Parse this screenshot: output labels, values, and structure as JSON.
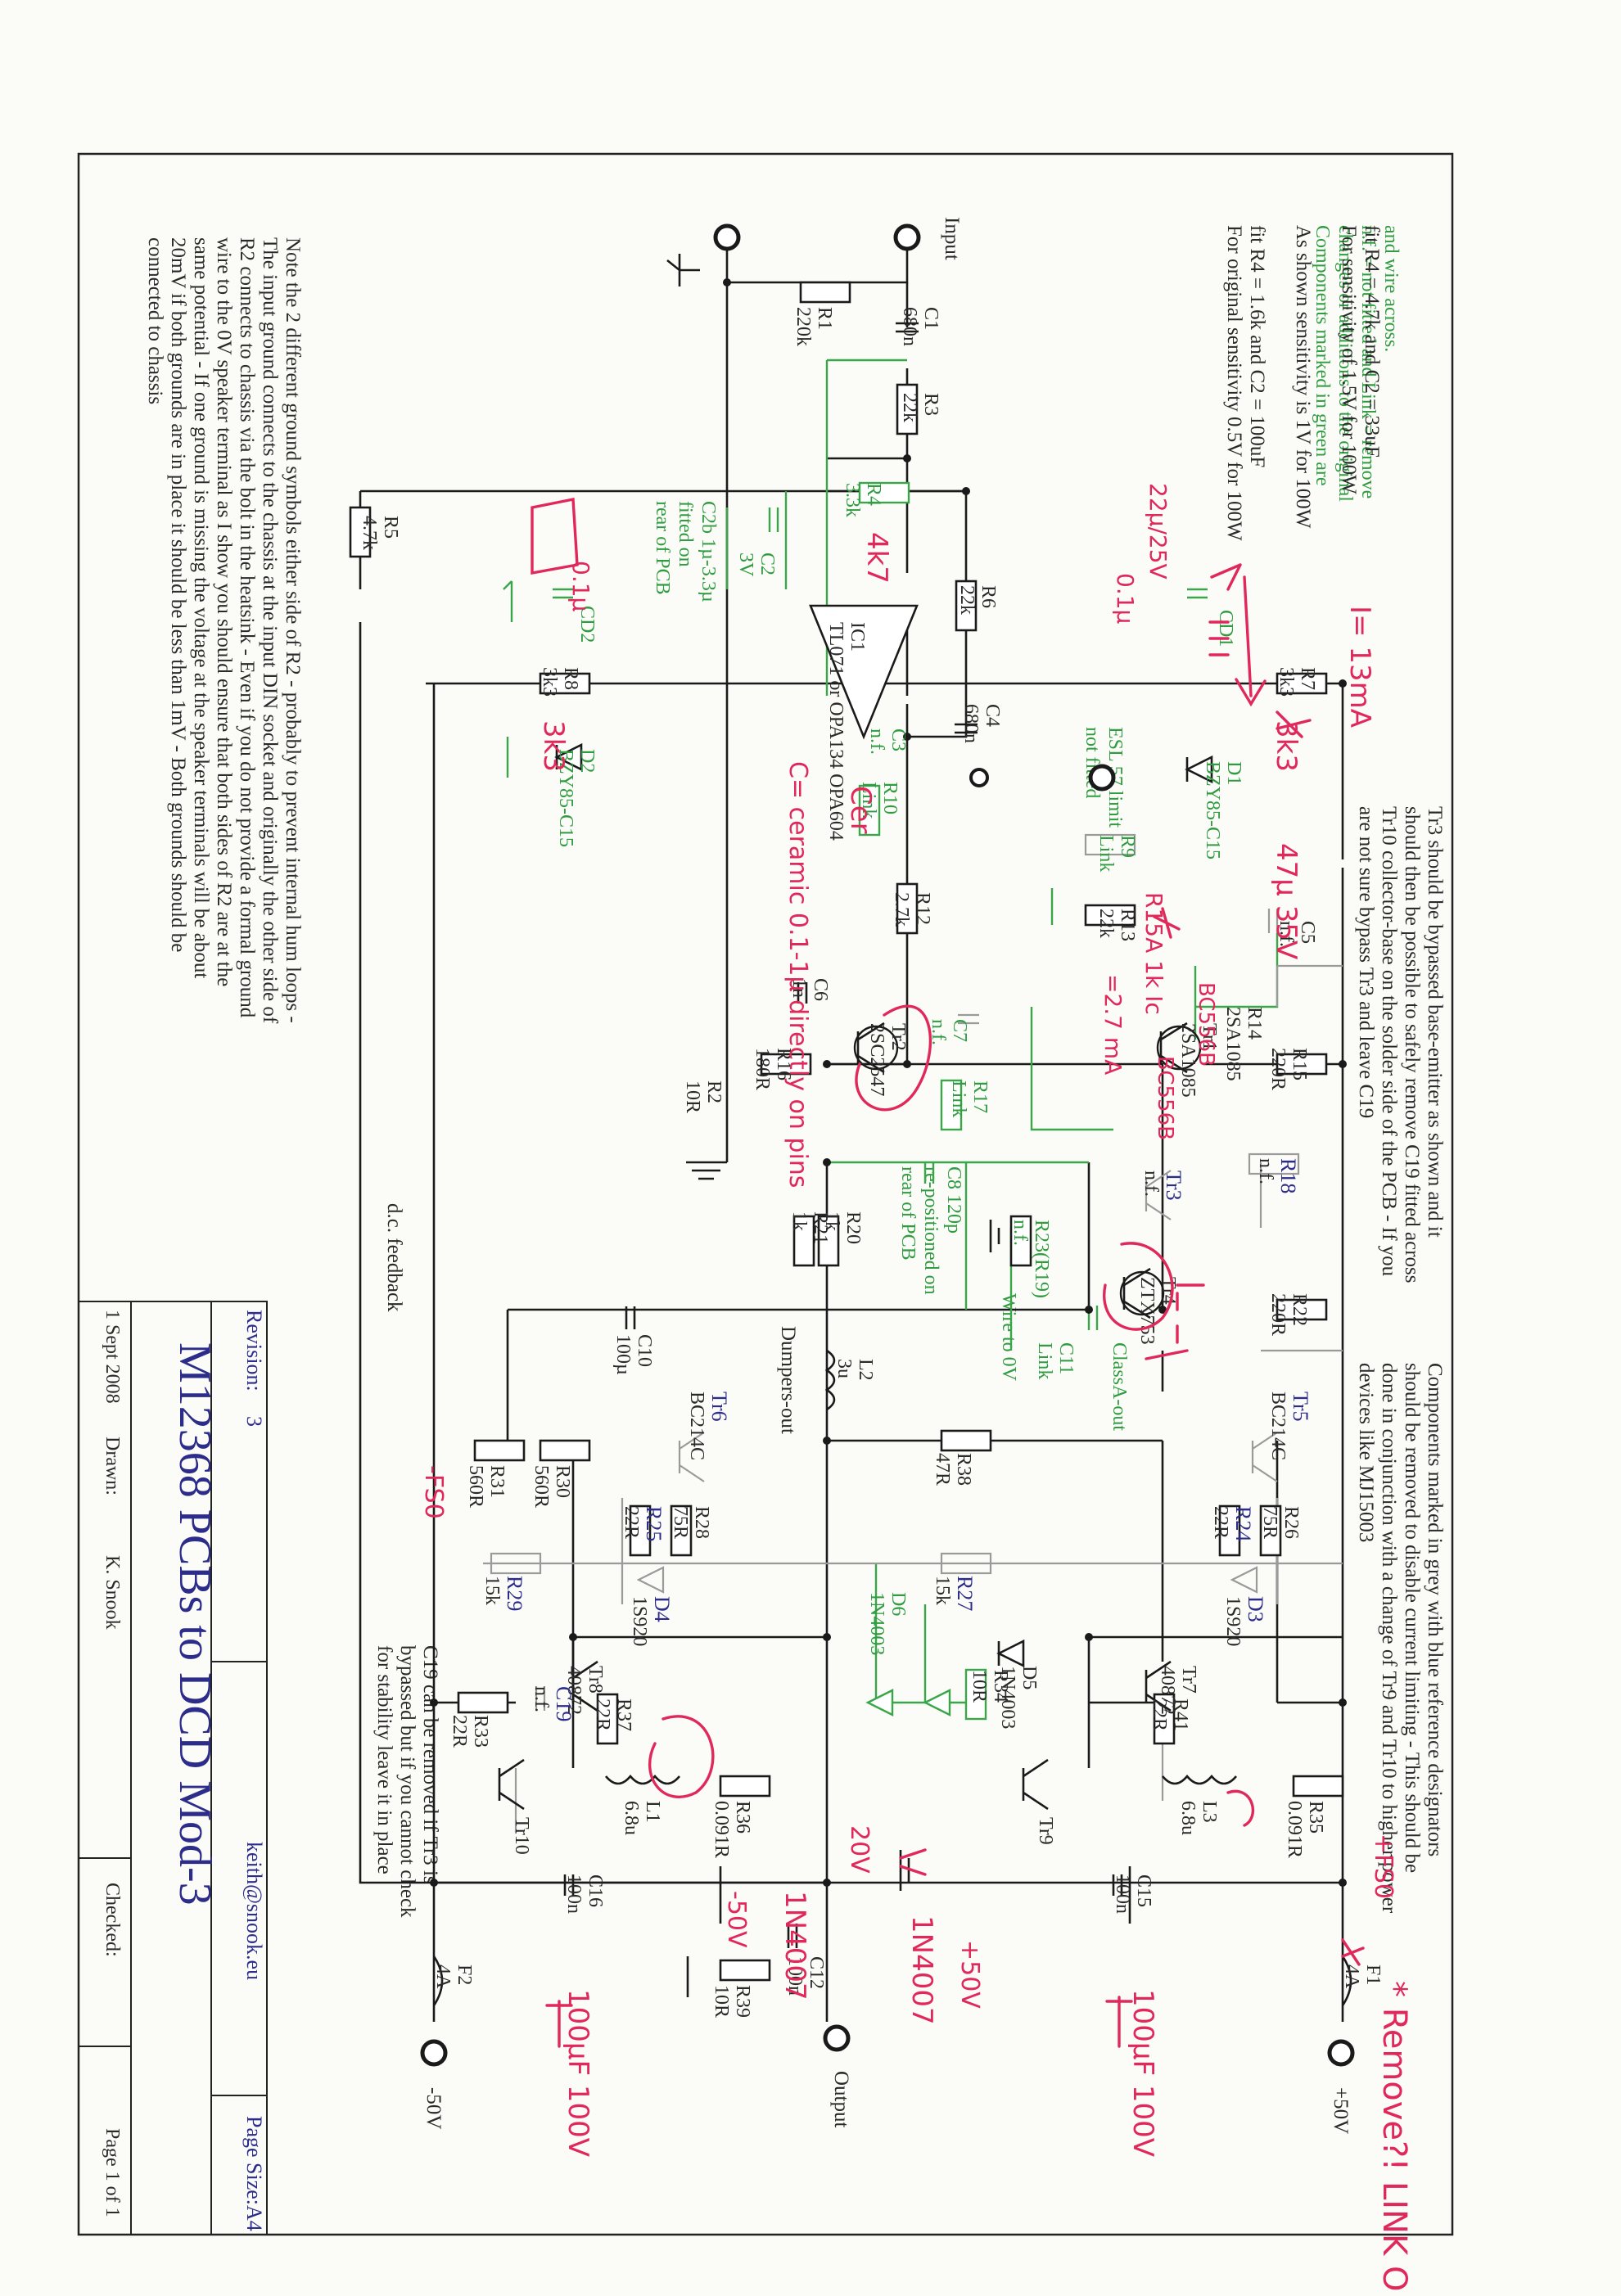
{
  "title": "M12368 PCBs to DCD Mod-3",
  "title_block": {
    "revision_label": "Revision:",
    "revision": "3",
    "email": "keith@snook.eu",
    "page_size": "Page Size:A4",
    "date": "1 Sept 2008",
    "drawn_label": "Drawn:",
    "drawn": "K. Snook",
    "checked_label": "Checked:",
    "page": "Page 1 of 1"
  },
  "notes": {
    "green": [
      "Components marked in green are",
      "changes or additions to the original",
      "n.f. = not fitted and Link = remove",
      "and wire across."
    ],
    "sensitivity": [
      "For original sensitivity 0.5V for 100W",
      "fit R4 = 1.6k and C2 = 100uF",
      "",
      "As shown sensitivity is 1V for 100W",
      "",
      "For sensitivity of 1.5V for 100W",
      "fit R4 = 4.7k and C2 = 33uF"
    ],
    "ground": [
      "Note the 2 different ground symbols either side of R2 - probably to prevent internal hum loops -",
      "The input ground connects to the chassis at the input DIN socket and originally the other side of",
      "R2 connects to chassis via the bolt in the heatsink - Even if you do not provide a formal ground",
      "wire to the 0V speaker terminal as I show you should ensure that both sides of R2 are at the",
      "same potential - If one ground is missing the voltage at the speaker terminals will be about",
      "20mV if both grounds are in place it should be less than 1mV - Both grounds should be",
      "connected to chassis"
    ],
    "tr3": [
      "Tr3 should be bypassed base-emitter as shown and it",
      "should then be possible to safely remove C19 fitted across",
      "Tr10 collector-base on the solder side of the PCB - If you",
      "are not sure bypass Tr3 and leave C19"
    ],
    "grey": [
      "Components marked in grey with blue reference designators",
      "should be removed to disable current limiting - This should be",
      "done in conjunction with a change of Tr9 and Tr10 to higher power",
      "devices like MJ15003"
    ],
    "c19": [
      "C19 can be removed if Tr3 is",
      "bypassed but if you cannot check",
      "for stability leave it in place"
    ],
    "dc_feedback": "d.c. feedback",
    "dumpers_out": "Dumpers-out",
    "classa_out": "ClassA-out",
    "c8_note": [
      "C8 120p",
      "re-positioned on",
      "rear of PCB"
    ],
    "c2b_note": [
      "C2b 1µ-3.3µ",
      "fitted on",
      "rear of PCB"
    ],
    "esl_note": [
      "ESL 57 limit",
      "not fitted"
    ],
    "wire_0v": "Wire to 0V"
  },
  "terminals": {
    "input": "Input",
    "output": "Output",
    "pos": "+50V",
    "neg": "-50V"
  },
  "components": [
    {
      "ref": "C1",
      "value": "680n"
    },
    {
      "ref": "R1",
      "value": "220k"
    },
    {
      "ref": "R3",
      "value": "22k"
    },
    {
      "ref": "R5",
      "value": "4.7k"
    },
    {
      "ref": "R4",
      "value": "3.3k"
    },
    {
      "ref": "C2",
      "value": "3V"
    },
    {
      "ref": "R6",
      "value": "22k"
    },
    {
      "ref": "IC1",
      "value": "TL071 or OPA134 OPA604"
    },
    {
      "ref": "C4",
      "value": "680n"
    },
    {
      "ref": "C3",
      "value": "n.f."
    },
    {
      "ref": "R10",
      "value": "Link"
    },
    {
      "ref": "R12",
      "value": "2.7k"
    },
    {
      "ref": "R7",
      "value": "3k3"
    },
    {
      "ref": "R8",
      "value": "3k3"
    },
    {
      "ref": "CD1",
      "value": ""
    },
    {
      "ref": "CD2",
      "value": ""
    },
    {
      "ref": "D1",
      "value": "BZY85-C15"
    },
    {
      "ref": "D2",
      "value": "BZY85-C15"
    },
    {
      "ref": "R9",
      "value": "Link"
    },
    {
      "ref": "R13",
      "value": "22k"
    },
    {
      "ref": "C5",
      "value": "n.f."
    },
    {
      "ref": "R14",
      "value": "2SA1085"
    },
    {
      "ref": "C6",
      "value": "1n"
    },
    {
      "ref": "R16",
      "value": "180R"
    },
    {
      "ref": "R2",
      "value": "10R"
    },
    {
      "ref": "Tr2",
      "value": "2SC2547"
    },
    {
      "ref": "C7",
      "value": "n.f."
    },
    {
      "ref": "R17",
      "value": "Link"
    },
    {
      "ref": "Tr1",
      "value": "2SA1085"
    },
    {
      "ref": "R15",
      "value": "220R"
    },
    {
      "ref": "Tr3",
      "value": "n.f."
    },
    {
      "ref": "R18",
      "value": "n.f."
    },
    {
      "ref": "R21",
      "value": "1k"
    },
    {
      "ref": "R20",
      "value": "1k"
    },
    {
      "ref": "R23(R19)",
      "value": "n.f."
    },
    {
      "ref": "C11",
      "value": "Link"
    },
    {
      "ref": "Tr4",
      "value": "ZTX753"
    },
    {
      "ref": "R22",
      "value": "220R"
    },
    {
      "ref": "C10",
      "value": "100µ"
    },
    {
      "ref": "L2",
      "value": "3u"
    },
    {
      "ref": "Tr6",
      "value": "BC214C"
    },
    {
      "ref": "Tr5",
      "value": "BC214C"
    },
    {
      "ref": "R31",
      "value": "560R"
    },
    {
      "ref": "R30",
      "value": "560R"
    },
    {
      "ref": "R38",
      "value": "47R"
    },
    {
      "ref": "R25",
      "value": "22R"
    },
    {
      "ref": "R28",
      "value": "75R"
    },
    {
      "ref": "R24",
      "value": "22R"
    },
    {
      "ref": "R26",
      "value": "75R"
    },
    {
      "ref": "R29",
      "value": "15k"
    },
    {
      "ref": "R27",
      "value": "15k"
    },
    {
      "ref": "D4",
      "value": "1S920"
    },
    {
      "ref": "D3",
      "value": "1S920"
    },
    {
      "ref": "D6",
      "value": "1N4003"
    },
    {
      "ref": "D5",
      "value": "1N4003"
    },
    {
      "ref": "Tr8",
      "value": "40872"
    },
    {
      "ref": "Tr7",
      "value": "40872"
    },
    {
      "ref": "C19",
      "value": "n.f."
    },
    {
      "ref": "R33",
      "value": "22R"
    },
    {
      "ref": "R37",
      "value": "22R"
    },
    {
      "ref": "R41",
      "value": "22R"
    },
    {
      "ref": "R36",
      "value": "0.091R"
    },
    {
      "ref": "R35",
      "value": "0.091R"
    },
    {
      "ref": "R34",
      "value": "10R"
    },
    {
      "ref": "L1",
      "value": "6.8u"
    },
    {
      "ref": "L3",
      "value": "6.8u"
    },
    {
      "ref": "Tr10",
      "value": ""
    },
    {
      "ref": "Tr9",
      "value": ""
    },
    {
      "ref": "C16",
      "value": "100n"
    },
    {
      "ref": "C15",
      "value": "100n"
    },
    {
      "ref": "C12",
      "value": "100n"
    },
    {
      "ref": "R39",
      "value": "10R"
    },
    {
      "ref": "F2",
      "value": "4A"
    },
    {
      "ref": "F1",
      "value": "4A"
    }
  ],
  "handwritten": {
    "current": "I= 13mA",
    "c_big": "47µ 35V",
    "c_ceramic": "C= ceramic 0.1-1µ directly on pins",
    "c_cer": "Cer",
    "cd_val": "0.1µ",
    "ic_val": "1k",
    "c_22u": "22µ/25V",
    "r15_note": "R15A 1k Ic",
    "r15_ma": "=2.7 mA",
    "bc_note": "BC556B",
    "r4_note": "4k7",
    "r7_note": "3k3",
    "cap_100u_a": "100µF 100V",
    "cap_100u_b": "100µF 100V",
    "remove": "* Remove?! LINK OUT",
    "diode_a": "1N4007",
    "diode_b": "1N4007",
    "v_pos": "+50V",
    "v_neg": "-50V",
    "v_20": "20V",
    "fs_a": "+FS0",
    "fs_b": "-FS0"
  },
  "colors": {
    "ink": "#1a1a1a",
    "green_changes": "#3aa64a",
    "grey_removed": "#9a9a9a",
    "blue_refs": "#2c2c8a",
    "handwriting": "#e0285a"
  }
}
